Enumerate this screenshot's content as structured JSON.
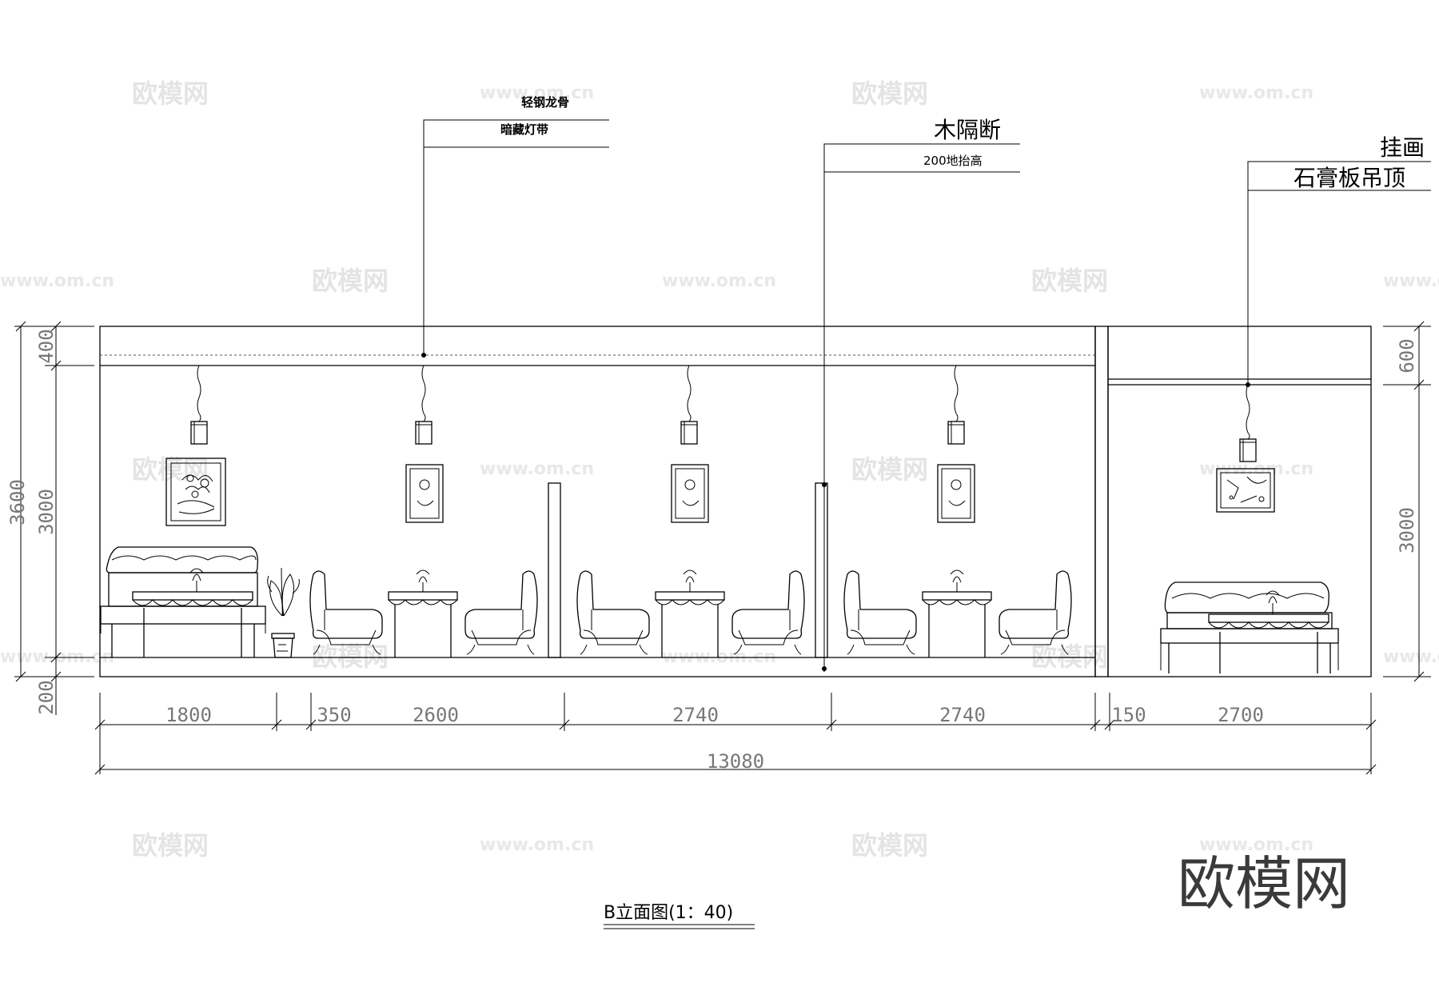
{
  "watermarks": {
    "brand": "欧模网",
    "url": "www.om.cn",
    "corner_logo": "欧模网"
  },
  "callouts": {
    "light_steel_keel": "轻钢龙骨",
    "hidden_light_strip": "暗藏灯带",
    "wood_partition": "木隔断",
    "floor_raise": "200地抬高",
    "hanging_painting": "挂画",
    "gypsum_ceiling": "石膏板吊顶"
  },
  "dimensions": {
    "vertical_left": {
      "total": "3600",
      "ceiling": "400",
      "wall": "3000",
      "base": "200"
    },
    "vertical_right": {
      "ceiling": "600",
      "wall": "3000"
    },
    "horizontal": [
      "1800",
      "350",
      "2600",
      "2740",
      "2740",
      "150",
      "2700"
    ],
    "overall": "13080"
  },
  "drawing_title": "B立面图(1：40)"
}
